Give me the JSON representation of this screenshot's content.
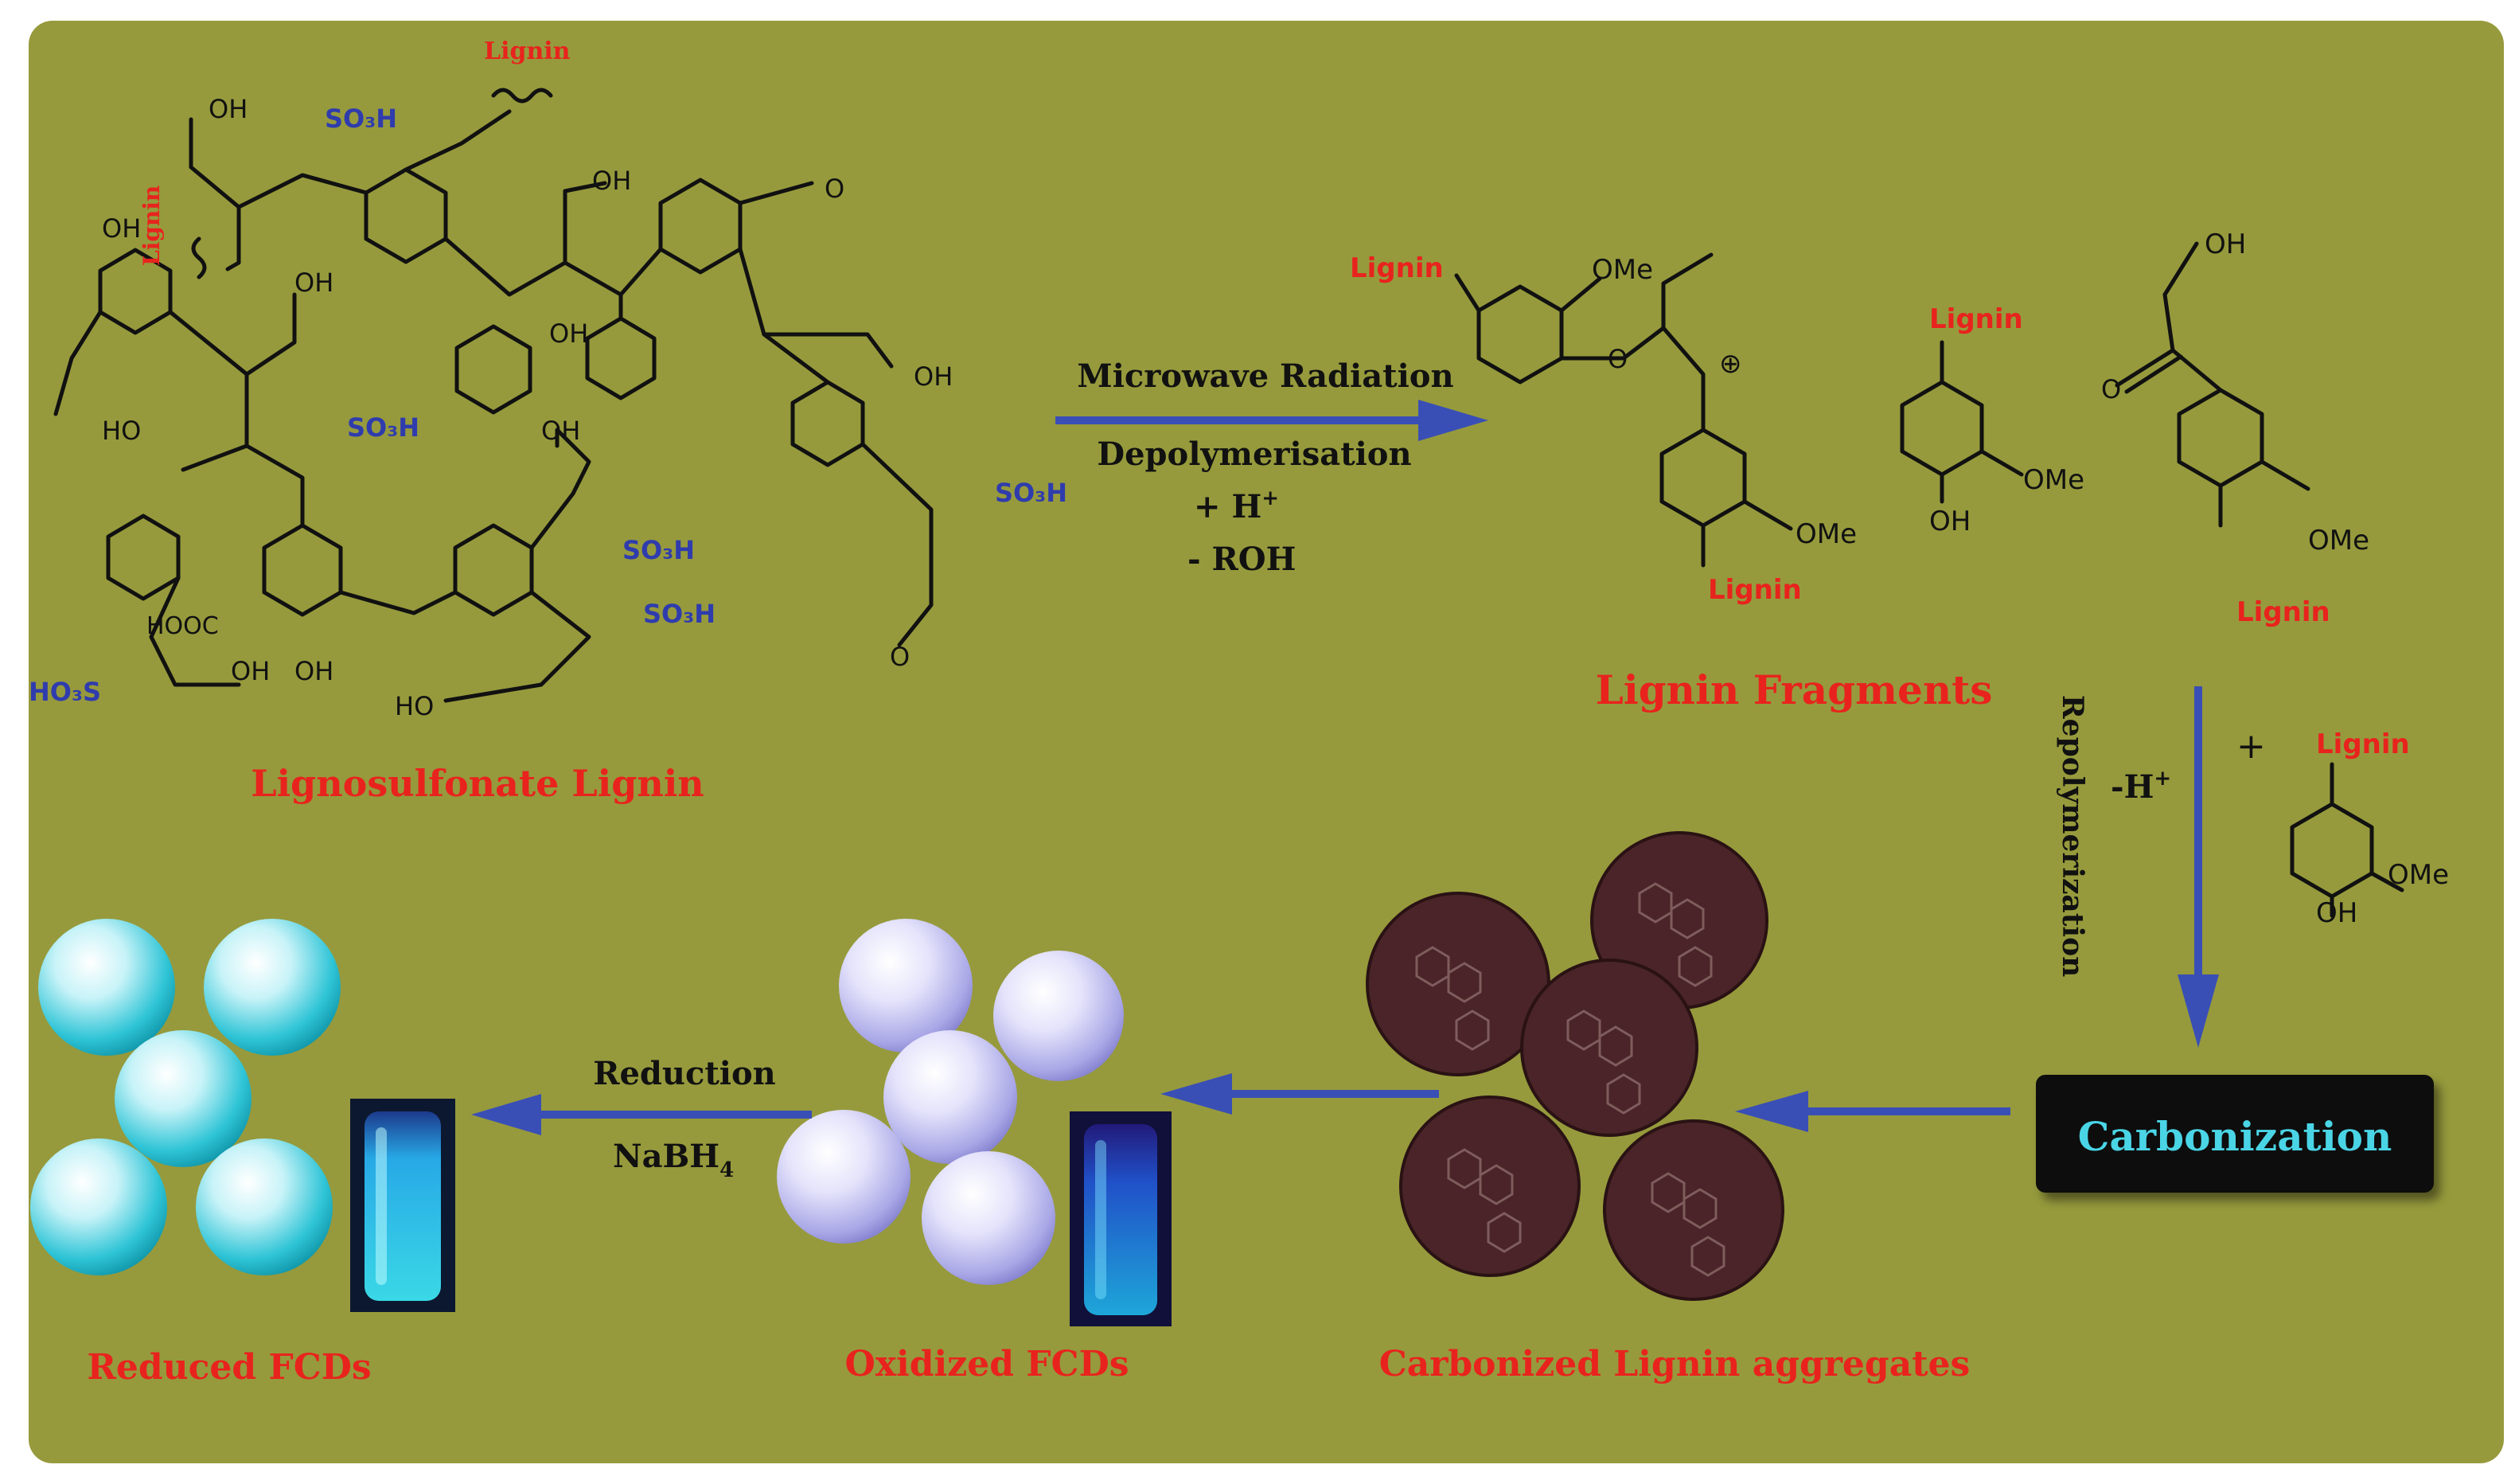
{
  "colors": {
    "background": "#969a3c",
    "label_red": "#e8231d",
    "arrow_blue": "#3a4fb5",
    "sulfonate_blue": "#2f3cad",
    "carbonization_box": "#0b0b0b",
    "carbonization_text": "#4ad5e6",
    "reduced_dot": "#2ec4d6",
    "oxidized_dot": "#b9b8ee",
    "aggregate": "#4a2428"
  },
  "labels": {
    "lignosulfonate": "Lignosulfonate Lignin",
    "fragments": "Lignin Fragments",
    "aggregates": "Carbonized Lignin aggregates",
    "oxidized": "Oxidized FCDs",
    "reduced": "Reduced FCDs",
    "carbonization": "Carbonization"
  },
  "steps": {
    "microwave": "Microwave Radiation",
    "depolymerisation": "Depolymerisation",
    "plus_h": "+ H",
    "plus_h_sup": "+",
    "minus_roh": "- ROH",
    "repolymerization": "Repolymerization",
    "minus_h": "-H",
    "minus_h_sup": "+",
    "plus_sign": "+",
    "reduction": "Reduction",
    "nabh": "NaBH",
    "nabh_sub": "4"
  },
  "chem": {
    "lignin": "Lignin",
    "oh": "OH",
    "ho": "HO",
    "so3h": "SO₃H",
    "ho3s": "HO₃S",
    "hooc": "HOOC",
    "ome": "OMe",
    "o": "O",
    "cation": "⊕"
  },
  "icons": {
    "reaction_arrows": "arrow-icon",
    "vial": "vial-icon",
    "particles": "sphere-icon"
  }
}
